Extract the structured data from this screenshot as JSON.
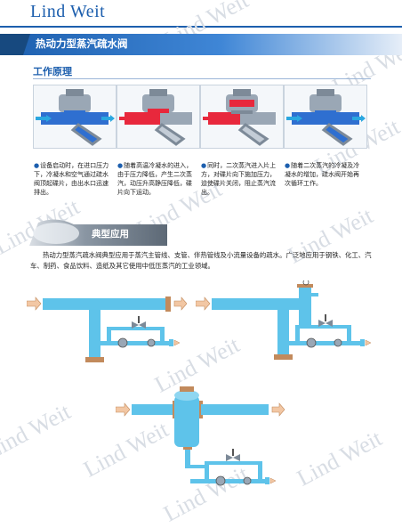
{
  "header": {
    "brand": "Lind Weit",
    "watermark": "Lind Weit"
  },
  "section": {
    "title": "热动力型蒸汽疏水阀"
  },
  "principle": {
    "heading": "工作原理",
    "columns": [
      {
        "text": "设备启动时，在进口压力下，冷凝水和空气通过疏水阀顶起碟片，由出水口迅速排出。"
      },
      {
        "text": "随着高温冷凝水的进入，由于压力降低，产生二次蒸汽，动压升高静压降低，碟片向下运动。"
      },
      {
        "text": "同时，二次蒸汽进入片上方，对碟片向下施加压力，迫使碟片关闭，阻止蒸汽流出。"
      },
      {
        "text": "随着二次蒸汽的冷凝及冷凝水的增加，疏水阀开始再次循环工作。"
      }
    ]
  },
  "application": {
    "heading": "典型应用",
    "text": "热动力型蒸汽疏水阀典型应用于蒸汽主管线、支管、伴热管线及小流量设备的疏水。广泛地应用于钢铁、化工、汽车、制药、食品饮料、造纸及其它使用中低压蒸汽的工业领域。"
  },
  "colors": {
    "brand_blue": "#1d5fae",
    "steam_red": "#e8283c",
    "water_blue": "#2f6fd0",
    "arrow_cyan": "#2aa7e0",
    "pipe_cyan": "#5ec3ea"
  },
  "icons": [
    "flow-arrow-icon",
    "bullet-icon",
    "valve-icon",
    "steam-trap-icon",
    "pressure-gauge-icon"
  ]
}
